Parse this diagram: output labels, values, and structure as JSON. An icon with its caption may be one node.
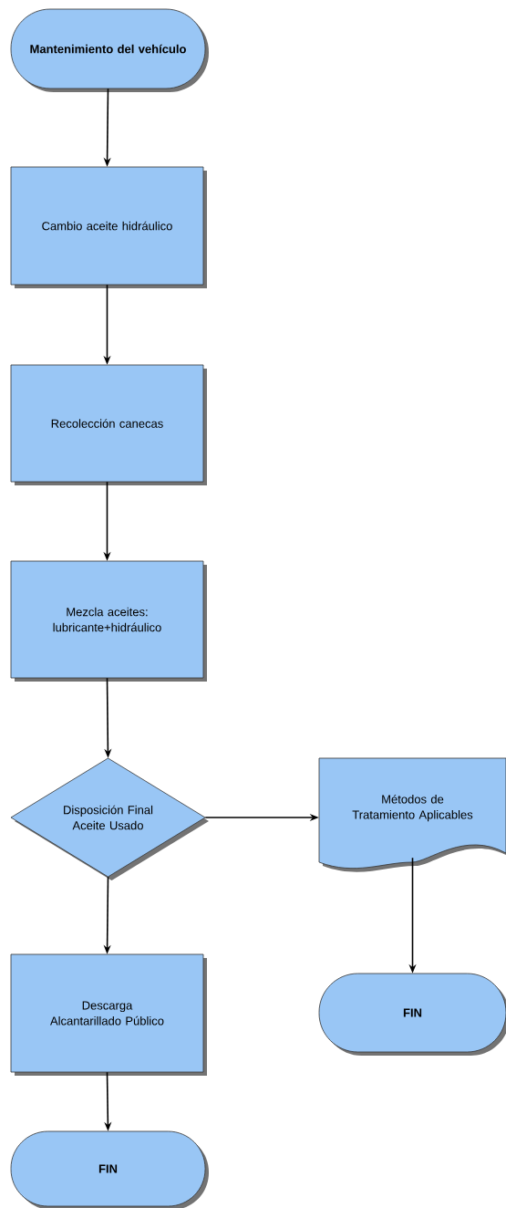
{
  "diagram": {
    "nodes": [
      {
        "text": [
          "Mantenimiento del vehículo"
        ]
      },
      {
        "text": [
          "Cambio aceite hidráulico"
        ]
      },
      {
        "text": [
          "Recolección canecas"
        ]
      },
      {
        "text": [
          "Mezcla aceites: lubricante+hidráulico"
        ]
      },
      {
        "text": [
          "Disposición Final Aceite Usado"
        ]
      },
      {
        "text": [
          "Métodos de Tratamiento Aplicables"
        ]
      },
      {
        "text": [
          "Descarga Alcantarillado Público"
        ]
      },
      {
        "text": [
          "FIN"
        ]
      },
      {
        "text": [
          "FIN"
        ]
      }
    ],
    "edges": [
      {
        "from": 0,
        "to": 1,
        "arrow": "to"
      },
      {
        "from": 1,
        "to": 2,
        "arrow": "to"
      },
      {
        "from": 2,
        "to": 3,
        "arrow": "to"
      },
      {
        "from": 3,
        "to": 4,
        "arrow": "to"
      },
      {
        "from": 4,
        "to": 5,
        "arrow": "to"
      },
      {
        "from": 4,
        "to": 6,
        "arrow": "to"
      },
      {
        "from": 5,
        "to": 7,
        "arrow": "to"
      },
      {
        "from": 6,
        "to": 8,
        "arrow": "to"
      }
    ]
  }
}
